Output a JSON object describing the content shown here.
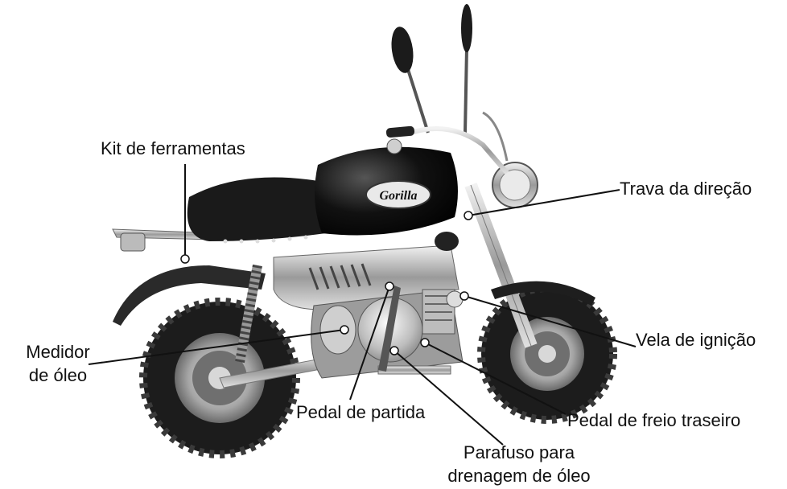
{
  "labels": {
    "kit_ferramentas": "Kit de ferramentas",
    "trava_direcao": "Trava da direção",
    "medidor_oleo_l1": "Medidor",
    "medidor_oleo_l2": "de óleo",
    "vela_ignicao": "Vela de ignição",
    "pedal_partida": "Pedal de partida",
    "pedal_freio": "Pedal de freio traseiro",
    "parafuso_l1": "Parafuso para",
    "parafuso_l2": "drenagem de óleo"
  },
  "tank_logo": "Gorilla",
  "colors": {
    "ink": "#111111",
    "tank": "#0c0c0c",
    "chrome": "#c9c9c9",
    "tire": "#1a1a1a"
  }
}
